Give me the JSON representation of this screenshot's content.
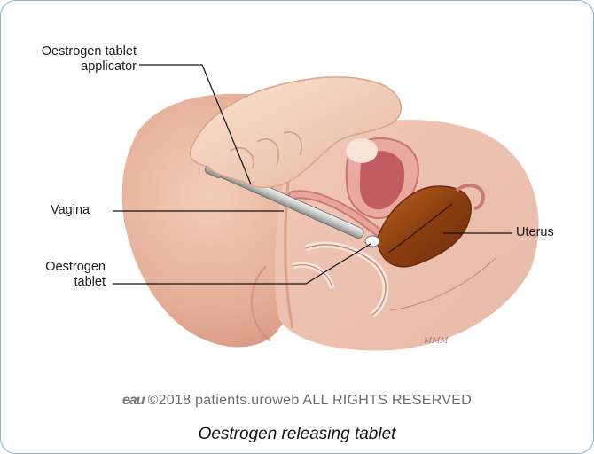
{
  "labels": {
    "applicator_line1": "Oestrogen tablet",
    "applicator_line2": "applicator",
    "vagina": "Vagina",
    "tablet_line1": "Oestrogen",
    "tablet_line2": "tablet",
    "uterus": "Uterus"
  },
  "footer": {
    "logo": "eau",
    "copyright": "©2018 patients.uroweb ALL RIGHTS RESERVED"
  },
  "caption": "Oestrogen releasing tablet",
  "signature": "MMM",
  "colors": {
    "border": "#7fb3dc",
    "skin": "#e8b8a0",
    "uterus": "#8b4513"
  }
}
